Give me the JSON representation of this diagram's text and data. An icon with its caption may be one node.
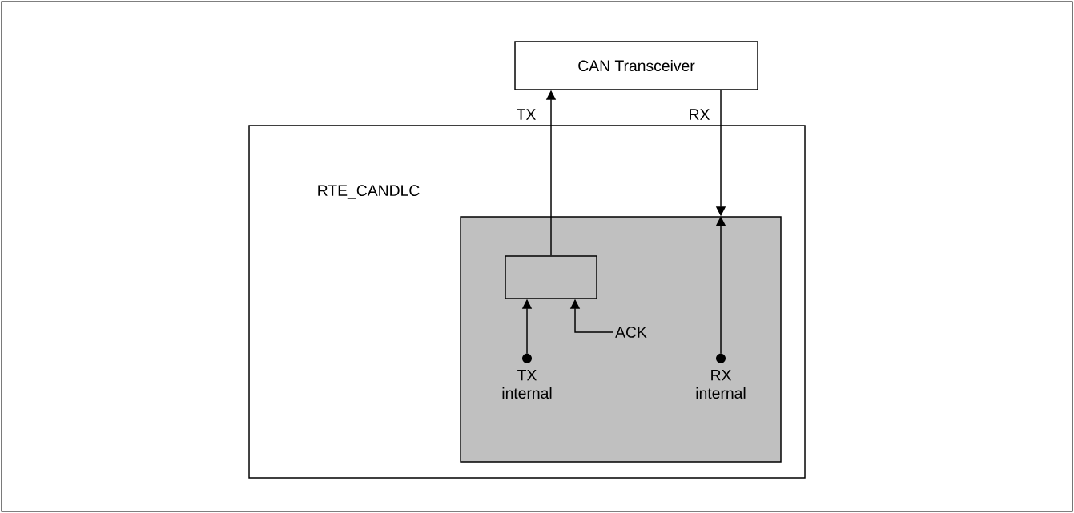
{
  "diagram": {
    "nodes": [
      {
        "text": [
          "CAN Transceiver"
        ]
      },
      {
        "text": [
          "RTE_CANDLC"
        ]
      },
      {
        "text": [],
        "shape": "box",
        "in": 1
      },
      {
        "text": [],
        "shape": "box",
        "in": 2
      },
      {
        "text": [
          "TX internal"
        ],
        "in": 2
      },
      {
        "text": [
          "ACK"
        ],
        "in": 2
      },
      {
        "text": [
          "RX internal"
        ],
        "in": 2
      }
    ],
    "edges": [
      {
        "from": 3,
        "to": 0,
        "arrow": "to",
        "label": "TX"
      },
      {
        "from": 0,
        "to": 2,
        "arrow": "to",
        "label": "RX"
      },
      {
        "from": 6,
        "to": 2,
        "arrow": "to"
      },
      {
        "from": 4,
        "to": 3,
        "arrow": "to"
      },
      {
        "from": 5,
        "to": 3,
        "arrow": "to"
      }
    ]
  }
}
